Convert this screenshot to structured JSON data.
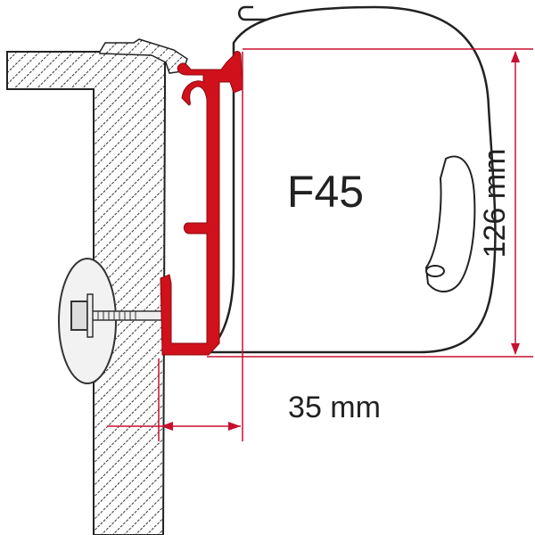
{
  "model_label": "F45",
  "height_dimension": "126 mm",
  "depth_dimension": "35 mm",
  "colors": {
    "bracket": "#d0111b",
    "dimension_lines": "#c8102e",
    "outline": "#222222"
  }
}
